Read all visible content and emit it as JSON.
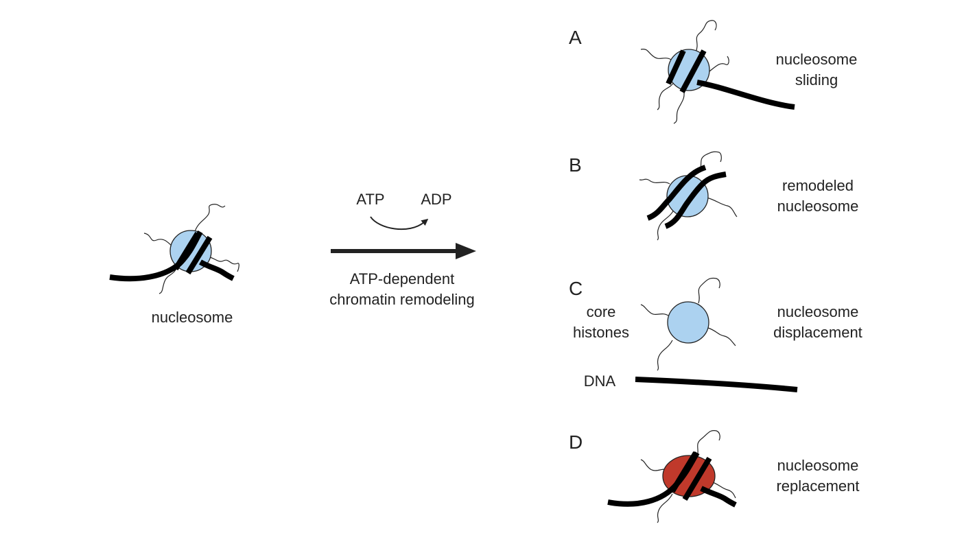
{
  "colors": {
    "core_histone": "#acd2f0",
    "replacement_histone": "#c0392b",
    "dna": "#000000",
    "arrow": "#222222"
  },
  "left": {
    "label": "nucleosome"
  },
  "reaction": {
    "substrate": "ATP",
    "product": "ADP",
    "label_line1": "ATP-dependent",
    "label_line2": "chromatin remodeling"
  },
  "panels": [
    {
      "letter": "A",
      "label_line1": "nucleosome",
      "label_line2": "sliding"
    },
    {
      "letter": "B",
      "label_line1": "remodeled",
      "label_line2": "nucleosome"
    },
    {
      "letter": "C",
      "label_line1": "nucleosome",
      "label_line2": "displacement",
      "core_label_line1": "core",
      "core_label_line2": "histones",
      "dna_label": "DNA"
    },
    {
      "letter": "D",
      "label_line1": "nucleosome",
      "label_line2": "replacement"
    }
  ]
}
